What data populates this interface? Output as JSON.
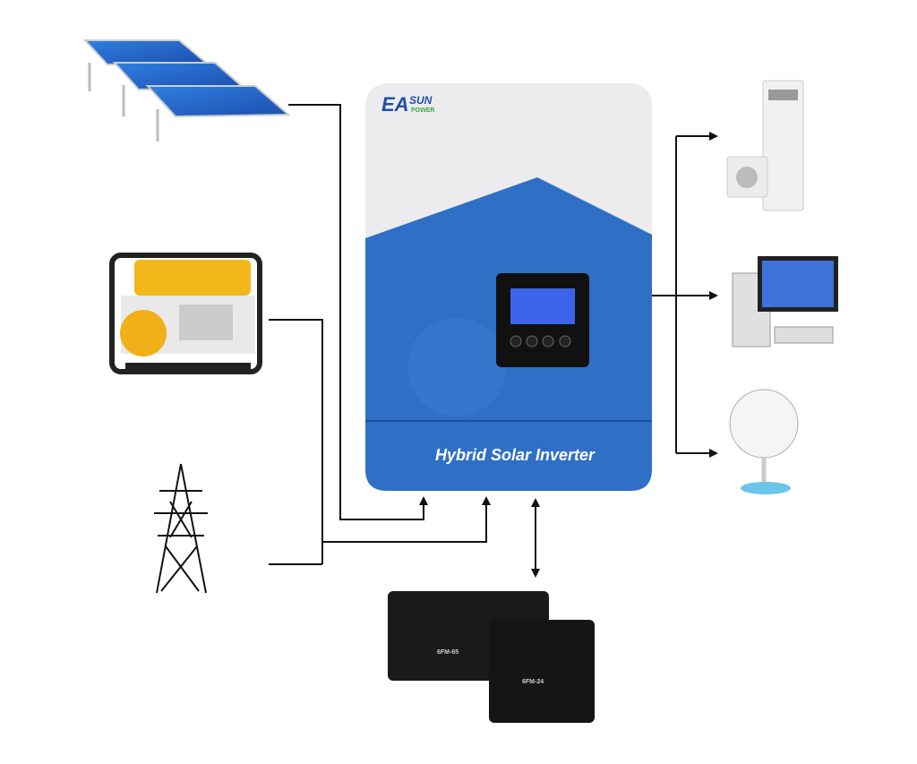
{
  "inverter": {
    "brand_logo": "EASUN POWER",
    "label": "Hybrid Solar Inverter",
    "colors": {
      "body_blue": "#2f6fc6",
      "top_gray": "#ececee",
      "logo_blue": "#1f4fa8",
      "logo_green": "#3aa84a"
    }
  },
  "batteries": {
    "large_label": "6FM-65",
    "small_label": "6FM-24"
  },
  "inputs": [
    "solar-panels",
    "generator",
    "power-grid"
  ],
  "outputs": [
    "air-conditioner-and-washing-machine",
    "desktop-computer",
    "electric-fan"
  ]
}
